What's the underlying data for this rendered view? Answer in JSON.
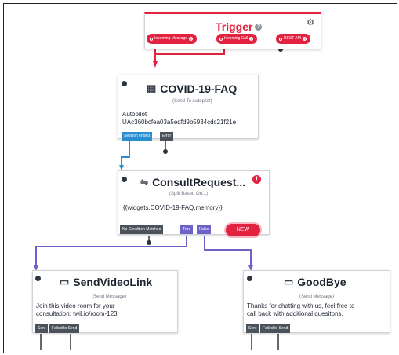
{
  "trigger": {
    "title": "Trigger",
    "help_glyph": "?",
    "settings_glyph": "⚙",
    "pills": [
      "Incoming Message",
      "Incoming Call",
      "REST API"
    ]
  },
  "covid": {
    "title": "COVID-19-FAQ",
    "subtitle": "(Send To Autopilot)",
    "body_line1": "Autopilot",
    "body_line2": "UAc360bcfea03a5edfd9b5934cdc21f21e",
    "chips": [
      "Session ended",
      "Error"
    ],
    "icon_glyph": "▦"
  },
  "consult": {
    "title": "ConsultRequest...",
    "subtitle": "(Split Based On...)",
    "body": "{{widgets.COVID-19-FAQ.memory}}",
    "chips": [
      "No Condition Matches",
      "True",
      "False"
    ],
    "new_label": "NEW",
    "warning_glyph": "!",
    "icon_glyph": "⇋"
  },
  "sendvideo": {
    "title": "SendVideoLink",
    "subtitle": "(Send Message)",
    "body_line1": "Join this video room for your",
    "body_line2": "consultation: twil.io/room-123.",
    "chips": [
      "Sent",
      "Failed to Send"
    ],
    "icon_glyph": "▭"
  },
  "goodbye": {
    "title": "GoodBye",
    "subtitle": "(Send Message)",
    "body_line1": "Thanks for chatting with us, feel free to",
    "body_line2": "call back with additional quesitons.",
    "chips": [
      "Sent",
      "Failed to Send"
    ],
    "icon_glyph": "▭"
  },
  "colors": {
    "red": "#e2223f",
    "blue": "#2a8fce",
    "purple": "#6d62c8",
    "gray_chip": "#4a525b"
  }
}
